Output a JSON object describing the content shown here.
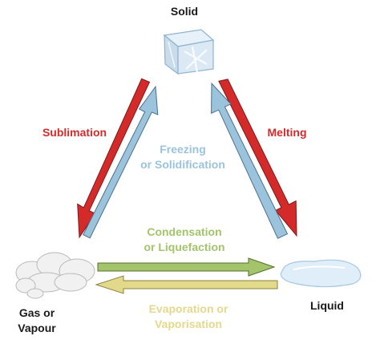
{
  "states": {
    "solid": "Solid",
    "liquid": "Liquid",
    "gas_line1": "Gas or",
    "gas_line2": "Vapour"
  },
  "transitions": {
    "sublimation": {
      "text": "Sublimation",
      "color": "#d42a2a"
    },
    "melting": {
      "text": "Melting",
      "color": "#d42a2a"
    },
    "freezing": {
      "line1": "Freezing",
      "line2": "or Solidification",
      "color": "#9cc3dc"
    },
    "condensation": {
      "line1": "Condensation",
      "line2": "or Liquefaction",
      "color": "#a3c46a"
    },
    "evaporation": {
      "line1": "Evaporation or",
      "line2": "Vaporisation",
      "color": "#e3d98a"
    }
  },
  "icons": {
    "solid": "ice-cube-icon",
    "liquid": "water-puddle-icon",
    "gas": "vapour-cloud-icon"
  }
}
